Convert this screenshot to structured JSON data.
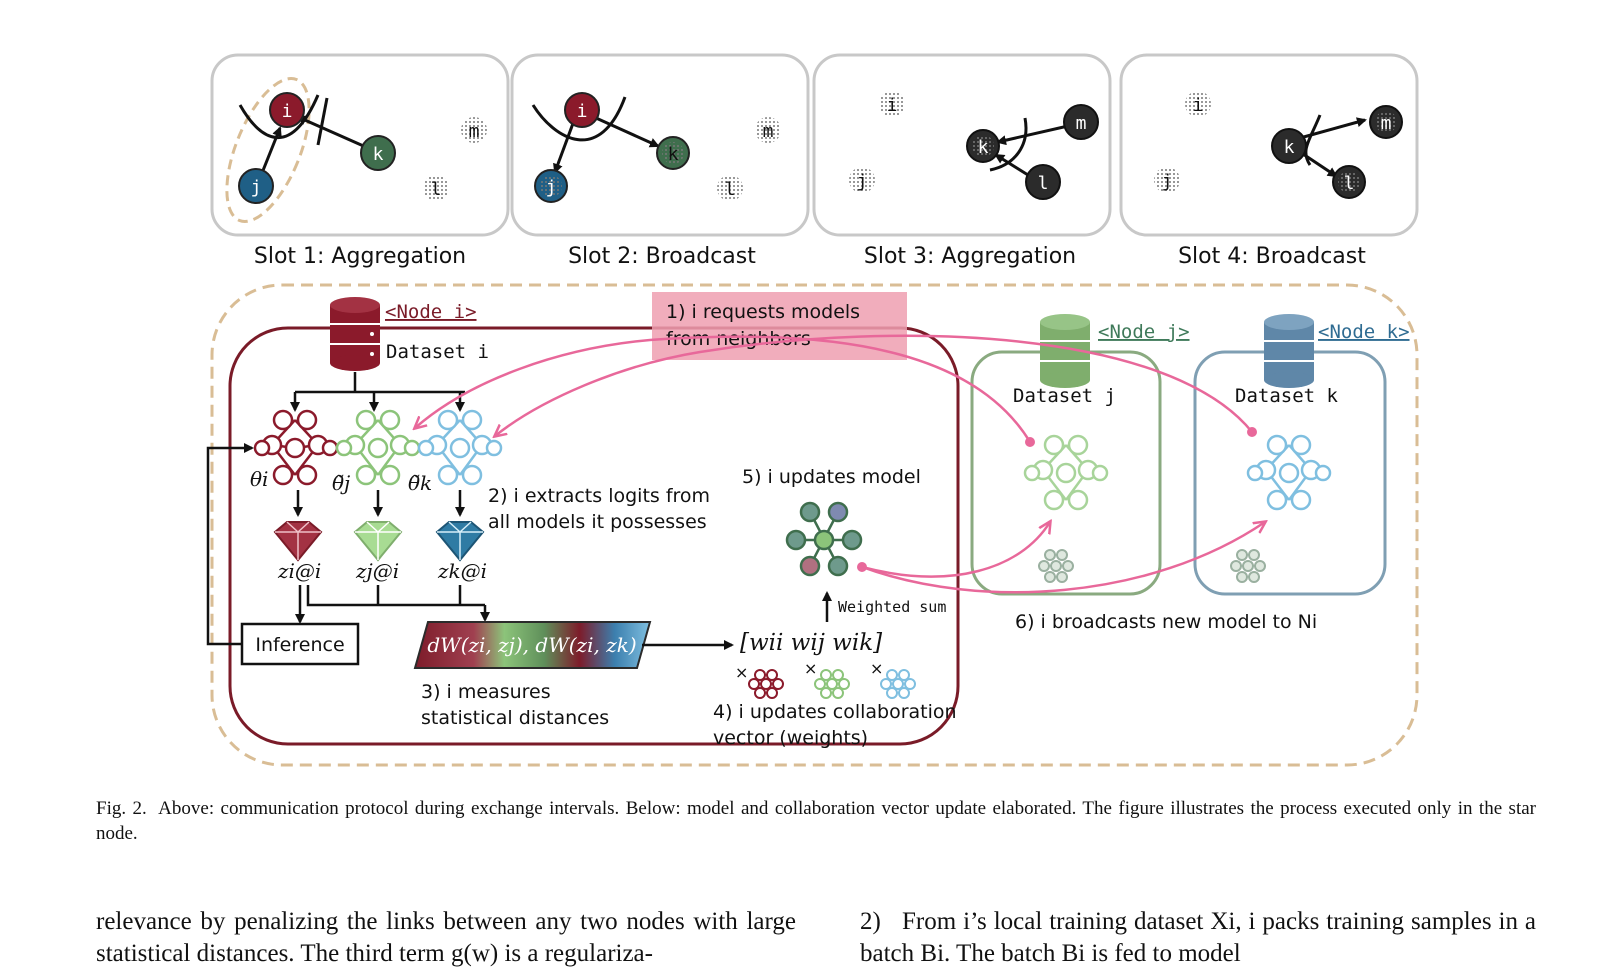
{
  "figure": {
    "slots": [
      {
        "label": "Slot 1: Aggregation"
      },
      {
        "label": "Slot 2: Broadcast"
      },
      {
        "label": "Slot 3: Aggregation"
      },
      {
        "label": "Slot 4: Broadcast"
      }
    ],
    "node_letters": {
      "i": "i",
      "j": "j",
      "k": "k",
      "l": "l",
      "m": "m"
    },
    "node_i_tag": "<Node  i>",
    "node_j_tag": "<Node  j>",
    "node_k_tag": "<Node  k>",
    "dataset_i": "Dataset i",
    "dataset_j": "Dataset j",
    "dataset_k": "Dataset k",
    "theta_i": "θi",
    "theta_j": "θ̃j",
    "theta_k": "θ̃k",
    "z_ii": "zi@i",
    "z_ji": "zj@i",
    "z_ki": "zk@i",
    "inference": "Inference",
    "distance_formula": "dW(zi, zj), dW(zi, zk)",
    "weights_formula": "[wii   wij   wik]",
    "weighted_sum": "Weighted sum",
    "times": "×",
    "steps": {
      "s1a": "1) i requests models",
      "s1b": "from neighbors",
      "s2a": "2) i extracts logits from",
      "s2b": "all models it possesses",
      "s3a": "3) i measures",
      "s3b": "statistical distances",
      "s4a": "4) i updates collaboration",
      "s4b": "vector (weights)",
      "s5": "5) i updates model",
      "s6": "6) i broadcasts new model to Ni"
    },
    "colors": {
      "node_i": "#8b1a2b",
      "node_j": "#2f5f86",
      "node_k": "#3f6e4d",
      "dark": "#2b2b2b",
      "pink": "#e8689a",
      "tan": "#d9bd95",
      "green_light": "#8cc47a",
      "blue_light": "#7fbfe0"
    }
  },
  "caption": {
    "label": "Fig. 2.",
    "text": "Above: communication protocol during exchange intervals. Below: model and collaboration vector update elaborated. The figure illustrates the process executed only in the star node."
  },
  "body": {
    "left": "relevance by penalizing the links between any two nodes with large statistical distances. The third term g(w) is a regulariza-",
    "right_num": "2)",
    "right": "From i’s local training dataset Xi, i packs training samples in a batch Bi. The batch Bi is fed to model"
  }
}
